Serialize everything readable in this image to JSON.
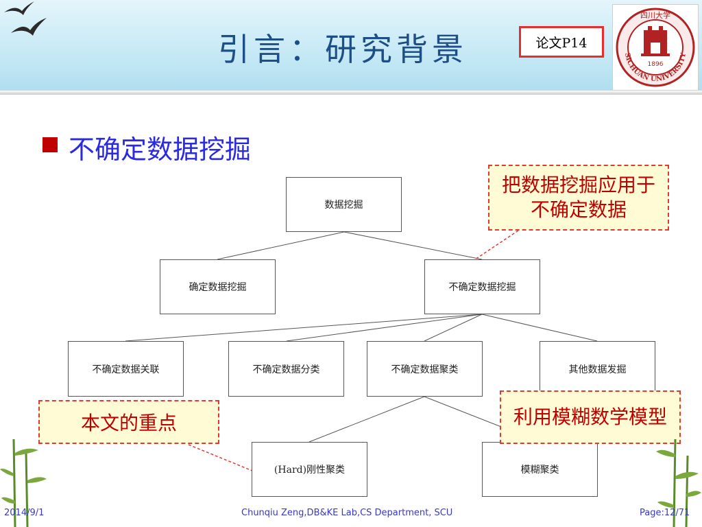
{
  "slide": {
    "title": "引言：研究背景",
    "paper_ref": "论文P14",
    "bullet": "不确定数据挖掘"
  },
  "logo": {
    "text_top": "四川大学",
    "text_ring": "SICHUAN UNIVERSITY",
    "year": "1896"
  },
  "diagram": {
    "root": "数据挖掘",
    "level1": [
      "确定数据挖掘",
      "不确定数据挖掘"
    ],
    "level2": [
      "不确定数据关联",
      "不确定数据分类",
      "不确定数据聚类",
      "其他数据发掘"
    ],
    "level3": [
      "(Hard)刚性聚类",
      "模糊聚类"
    ]
  },
  "callouts": {
    "top_right": "把数据挖掘应用于不确定数据",
    "left": "本文的重点",
    "bottom_right": "利用模糊数学模型"
  },
  "footer": {
    "date": "2014/9/1",
    "center": "Chunqiu Zeng,DB&KE Lab,CS Department, SCU",
    "page": "Page:12/71"
  },
  "colors": {
    "title": "#1d4f86",
    "bullet_text": "#2a2ae0",
    "bullet_square": "#c00000",
    "callout_border": "#e23a30",
    "callout_fill": "#fffbd4",
    "callout_text": "#c00000",
    "footer_text": "#3838c8"
  }
}
